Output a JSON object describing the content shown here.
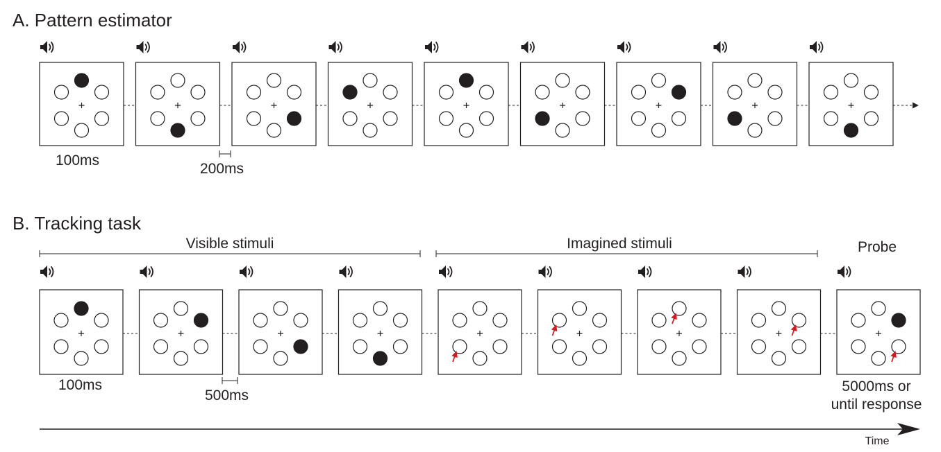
{
  "panel_a": {
    "title": "A. Pattern estimator",
    "duration_label": "100ms",
    "gap_label": "200ms",
    "frames": [
      {
        "filled": 0
      },
      {
        "filled": 3
      },
      {
        "filled": 2
      },
      {
        "filled": 5
      },
      {
        "filled": 0
      },
      {
        "filled": 4
      },
      {
        "filled": 1
      },
      {
        "filled": 4
      },
      {
        "filled": 3
      }
    ]
  },
  "panel_b": {
    "title": "B. Tracking task",
    "visible_label": "Visible stimuli",
    "imagined_label": "Imagined stimuli",
    "probe_label": "Probe",
    "duration_label": "100ms",
    "gap_label": "500ms",
    "probe_duration_line1": "5000ms or",
    "probe_duration_line2": "until response",
    "frames": [
      {
        "filled": 0,
        "arrow": null
      },
      {
        "filled": 1,
        "arrow": null
      },
      {
        "filled": 2,
        "arrow": null
      },
      {
        "filled": 3,
        "arrow": null
      },
      {
        "filled": null,
        "arrow": 4
      },
      {
        "filled": null,
        "arrow": 5
      },
      {
        "filled": null,
        "arrow": 0
      },
      {
        "filled": null,
        "arrow": 1
      },
      {
        "filled": 1,
        "arrow": 2
      }
    ]
  },
  "time_label": "Time",
  "colors": {
    "ink": "#231f20",
    "arrow": "#d7191f"
  },
  "icons": {
    "audio": "speaker-icon"
  }
}
